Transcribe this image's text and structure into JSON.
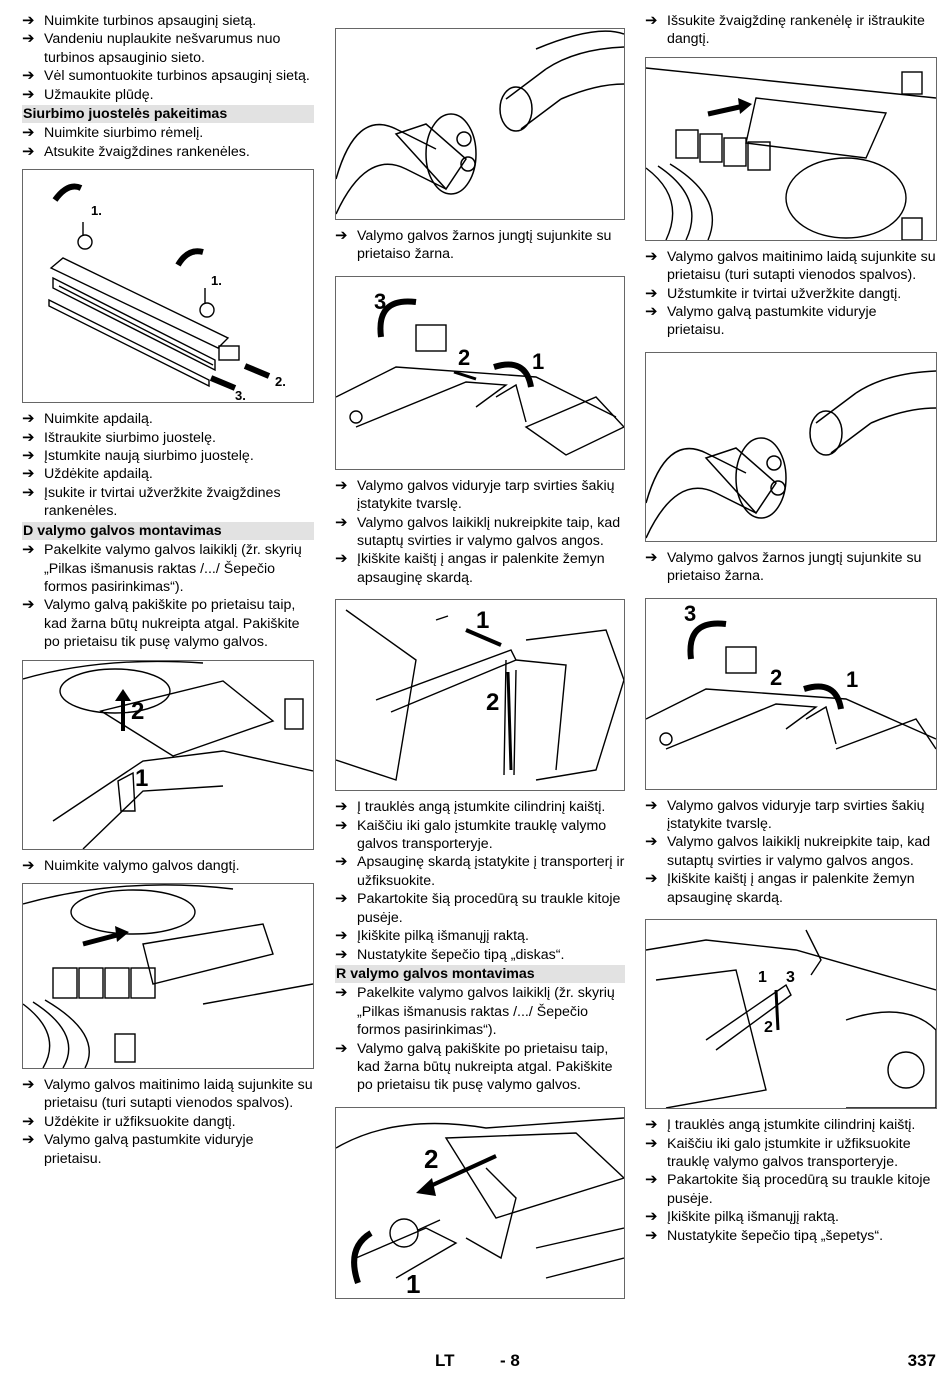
{
  "col1": {
    "a": [
      "Nuimkite turbinos apsauginį sietą.",
      "Vandeniu nuplaukite nešvarumus nuo turbinos apsauginio sieto.",
      "Vėl sumontuokite turbinos apsauginį sietą.",
      "Užmaukite plūdę."
    ],
    "h1": "Siurbimo juostelės pakeitimas",
    "b": [
      "Nuimkite siurbimo rėmelį.",
      "Atsukite žvaigždines rankenėles."
    ],
    "fig1_labels": [
      "1.",
      "1.",
      "2.",
      "3."
    ],
    "c": [
      "Nuimkite apdailą.",
      "Ištraukite siurbimo juostelę.",
      "Įstumkite naują siurbimo juostelę.",
      "Uždėkite apdailą.",
      "Įsukite ir tvirtai užveržkite žvaigždines rankenėles."
    ],
    "h2": "D valymo galvos montavimas",
    "d": [
      "Pakelkite valymo galvos laikiklį (žr. skyrių „Pilkas išmanusis raktas /.../ Šepečio formos pasirinkimas“).",
      "Valymo galvą pakiškite po prietaisu taip, kad žarna būtų nukreipta atgal. Pakiškite po prietaisu tik pusę valymo galvos."
    ],
    "fig2_labels": [
      "2",
      "1"
    ],
    "e": [
      "Nuimkite valymo galvos dangtį."
    ],
    "f": [
      "Valymo galvos maitinimo laidą sujunkite su prietaisu (turi sutapti vienodos spalvos).",
      "Uždėkite ir užfiksuokite dangtį.",
      "Valymo galvą pastumkite viduryje prietaisu."
    ]
  },
  "col2": {
    "a": [
      "Valymo galvos žarnos jungtį sujunkite su prietaiso žarna."
    ],
    "fig2_labels": [
      "3",
      "2",
      "1"
    ],
    "b": [
      "Valymo galvos viduryje tarp svirties šakių įstatykite tvarslę.",
      "Valymo galvos laikiklį nukreipkite taip, kad sutaptų svirties ir valymo galvos angos.",
      "Įkiškite kaištį į angas ir palenkite žemyn apsauginę skardą."
    ],
    "fig3_labels": [
      "1",
      "2"
    ],
    "c": [
      "Į trauklės angą įstumkite cilindrinį kaištį.",
      "Kaiščiu iki galo įstumkite trauklę valymo galvos transporteryje.",
      "Apsauginę skardą įstatykite į transporterį ir užfiksuokite.",
      "Pakartokite šią procedūrą su traukle kitoje pusėje.",
      "Įkiškite pilką išmanųjį raktą.",
      "Nustatykite šepečio tipą „diskas“."
    ],
    "h1": "R valymo galvos montavimas",
    "d": [
      "Pakelkite valymo galvos laikiklį (žr. skyrių „Pilkas išmanusis raktas /.../ Šepečio formos pasirinkimas“).",
      "Valymo galvą pakiškite po prietaisu taip, kad žarna būtų nukreipta atgal. Pakiškite po prietaisu tik pusę valymo galvos."
    ],
    "fig4_labels": [
      "2",
      "1"
    ]
  },
  "col3": {
    "a": [
      "Išsukite žvaigždinę rankenėlę ir ištraukite dangtį."
    ],
    "b": [
      "Valymo galvos maitinimo laidą sujunkite su prietaisu (turi sutapti vienodos spalvos).",
      "Užstumkite ir tvirtai užveržkite dangtį.",
      "Valymo galvą pastumkite viduryje prietaisu."
    ],
    "c": [
      "Valymo galvos žarnos jungtį sujunkite su prietaiso žarna."
    ],
    "fig3_labels": [
      "3",
      "2",
      "1"
    ],
    "d": [
      "Valymo galvos viduryje tarp svirties šakių įstatykite tvarslę.",
      "Valymo galvos laikiklį nukreipkite taip, kad sutaptų svirties ir valymo galvos angos.",
      "Įkiškite kaištį į angas ir palenkite žemyn apsauginę skardą."
    ],
    "fig4_labels": [
      "1",
      "3",
      "2"
    ],
    "e": [
      "Į trauklės angą įstumkite cilindrinį kaištį.",
      "Kaiščiu iki galo įstumkite ir užfiksuokite trauklę valymo galvos transporteryje.",
      "Pakartokite šią procedūrą su traukle kitoje pusėje.",
      "Įkiškite pilką išmanųjį raktą.",
      "Nustatykite šepečio tipą „šepetys“."
    ]
  },
  "footer": {
    "lang": "LT",
    "page_code": "- 8",
    "page_number": "337"
  },
  "arrow_glyph": "➔"
}
